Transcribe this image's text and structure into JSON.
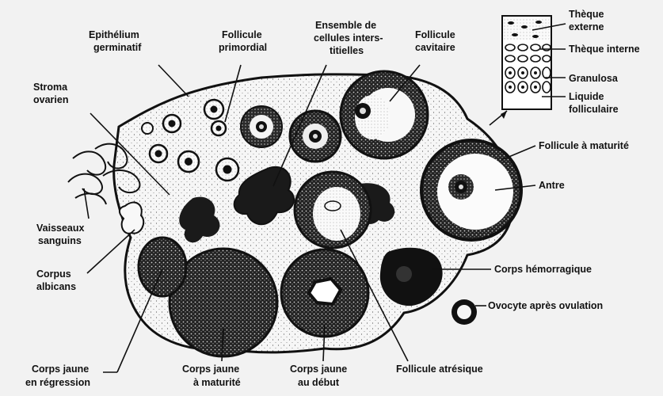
{
  "diagram": {
    "labels": {
      "epithelium": [
        "Epithélium",
        "germinatif"
      ],
      "primordial": [
        "Follicule",
        "primordial"
      ],
      "interstitial": [
        "Ensemble de",
        "cellules inters-",
        "titielles"
      ],
      "cavitary": [
        "Follicule",
        "cavitaire"
      ],
      "theca_ext": [
        "Thèque",
        "externe"
      ],
      "theca_int": [
        "Thèque interne"
      ],
      "granulosa": [
        "Granulosa"
      ],
      "liquid": [
        "Liquide",
        "folliculaire"
      ],
      "stroma": [
        "Stroma",
        "ovarien"
      ],
      "mature_follicle": [
        "Follicule à maturité"
      ],
      "antre": [
        "Antre"
      ],
      "vessels": [
        "Vaisseaux",
        "sanguins"
      ],
      "albicans": [
        "Corpus",
        "albicans"
      ],
      "hemorrhagic": [
        "Corps hémorragique"
      ],
      "ovocyte": [
        "Ovocyte après ovulation"
      ],
      "cj_regress": [
        "Corps jaune",
        "en régression"
      ],
      "cj_mature": [
        "Corps jaune",
        "à maturité"
      ],
      "cj_early": [
        "Corps jaune",
        "au début"
      ],
      "atresic": [
        "Follicule atrésique"
      ]
    }
  }
}
